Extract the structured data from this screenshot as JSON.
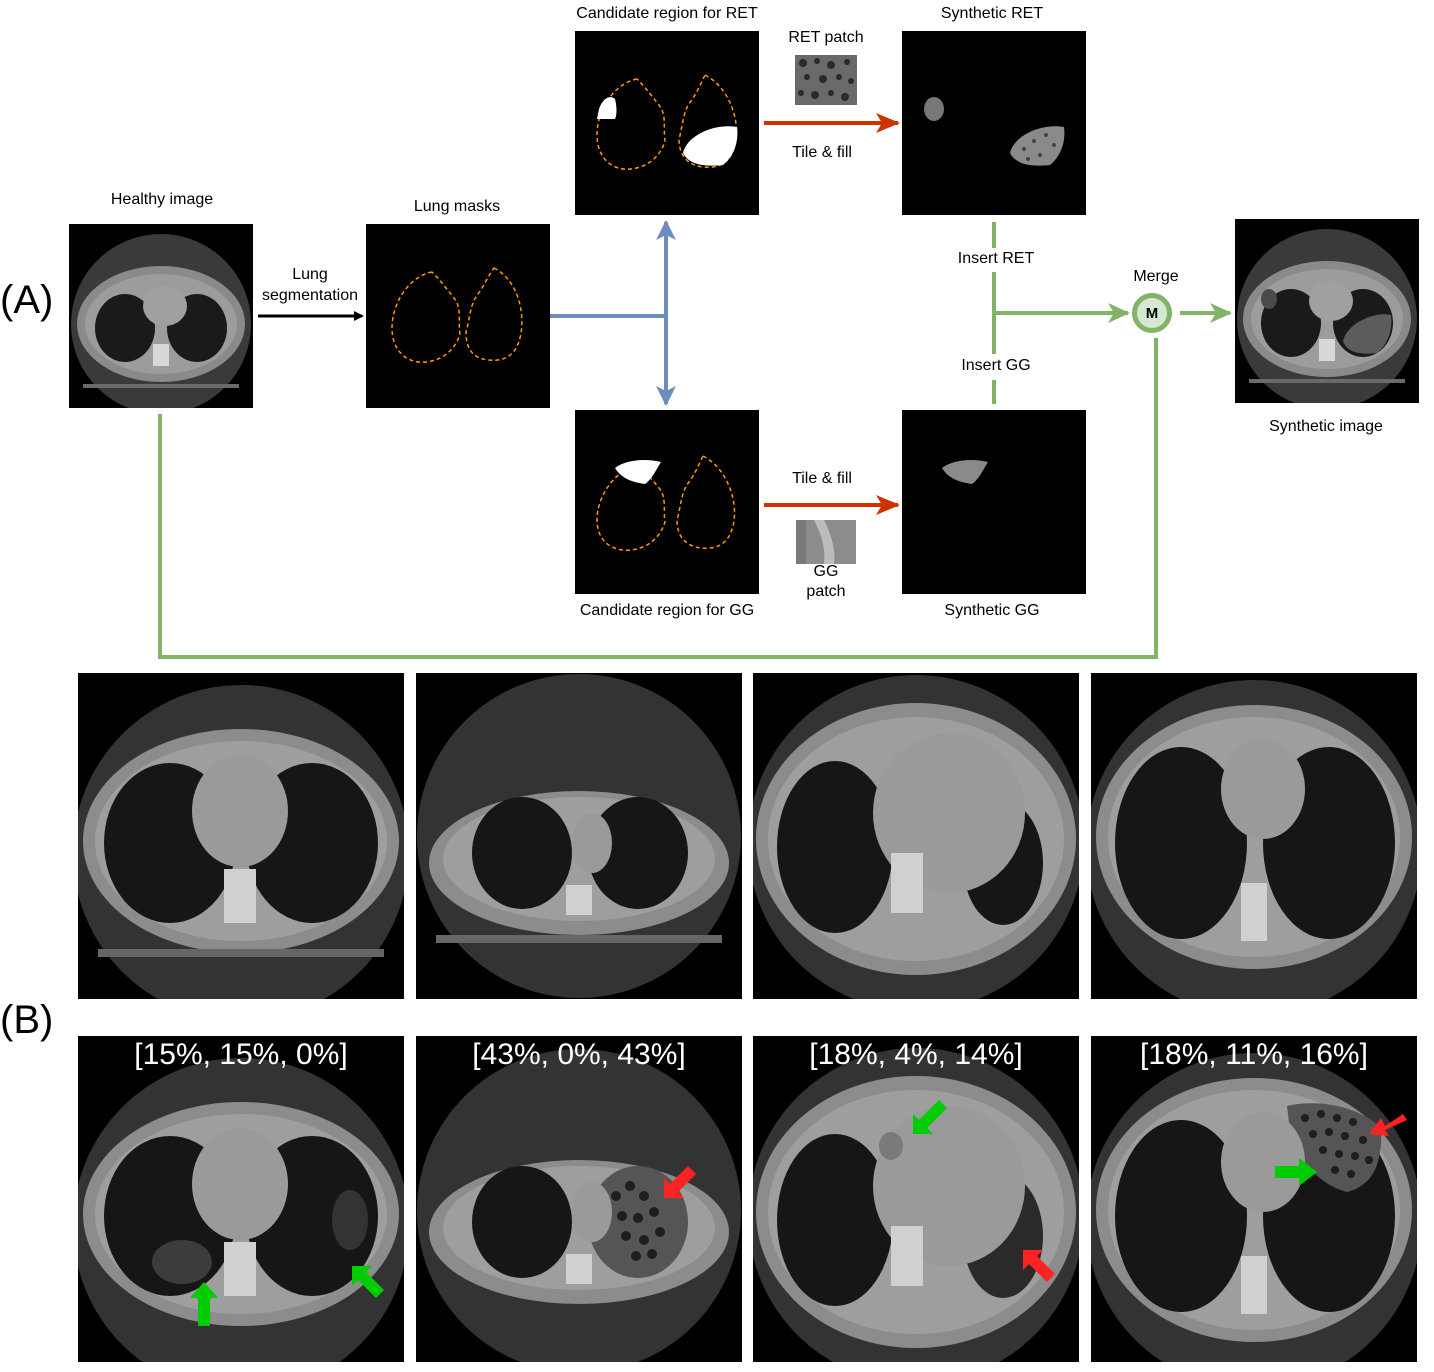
{
  "panel_labels": {
    "a": "(A)",
    "b": "(B)"
  },
  "pipeline": {
    "healthy_image": "Healthy image",
    "lung_segmentation_line1": "Lung",
    "lung_segmentation_line2": "segmentation",
    "lung_masks": "Lung masks",
    "candidate_ret": "Candidate region for RET",
    "candidate_gg": "Candidate region for GG",
    "ret_patch": "RET patch",
    "gg_patch_line1": "GG",
    "gg_patch_line2": "patch",
    "tile_fill_top": "Tile & fill",
    "tile_fill_bottom": "Tile & fill",
    "synthetic_ret": "Synthetic RET",
    "synthetic_gg": "Synthetic GG",
    "insert_ret": "Insert RET",
    "insert_gg": "Insert GG",
    "merge_label": "Merge",
    "merge_symbol": "M",
    "synthetic_image": "Synthetic image"
  },
  "examples": {
    "percentages": [
      "[15%, 15%, 0%]",
      "[43%, 0%, 43%]",
      "[18%, 4%, 14%]",
      "[18%, 11%, 16%]"
    ]
  },
  "colors": {
    "green_flow": "#82b366",
    "red_arrow": "#cc3300",
    "blue_arrow": "#6c8ebf",
    "mask_outline": "#ff9900",
    "indicator_green": "#00cc00",
    "indicator_red": "#ff2222"
  }
}
